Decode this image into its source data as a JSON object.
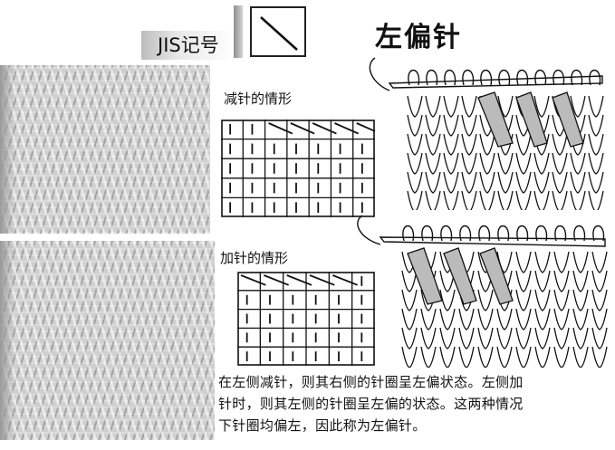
{
  "header": {
    "jis_label": "JIS记号",
    "title": "左偏针",
    "symbol_icon": "diagonal-slash-symbol"
  },
  "decrease": {
    "caption": "减针的情形",
    "rows": 5,
    "cols": 7
  },
  "increase": {
    "caption": "加针的情形",
    "rows": 5,
    "cols": 6
  },
  "description": {
    "lines": [
      "在左侧减针，则其右侧的针圈呈左偏状态。左侧加",
      "针时，则其左侧的针圈呈左偏的状态。这两种情况",
      "下针圈均偏左，因此称为左偏针。"
    ]
  }
}
